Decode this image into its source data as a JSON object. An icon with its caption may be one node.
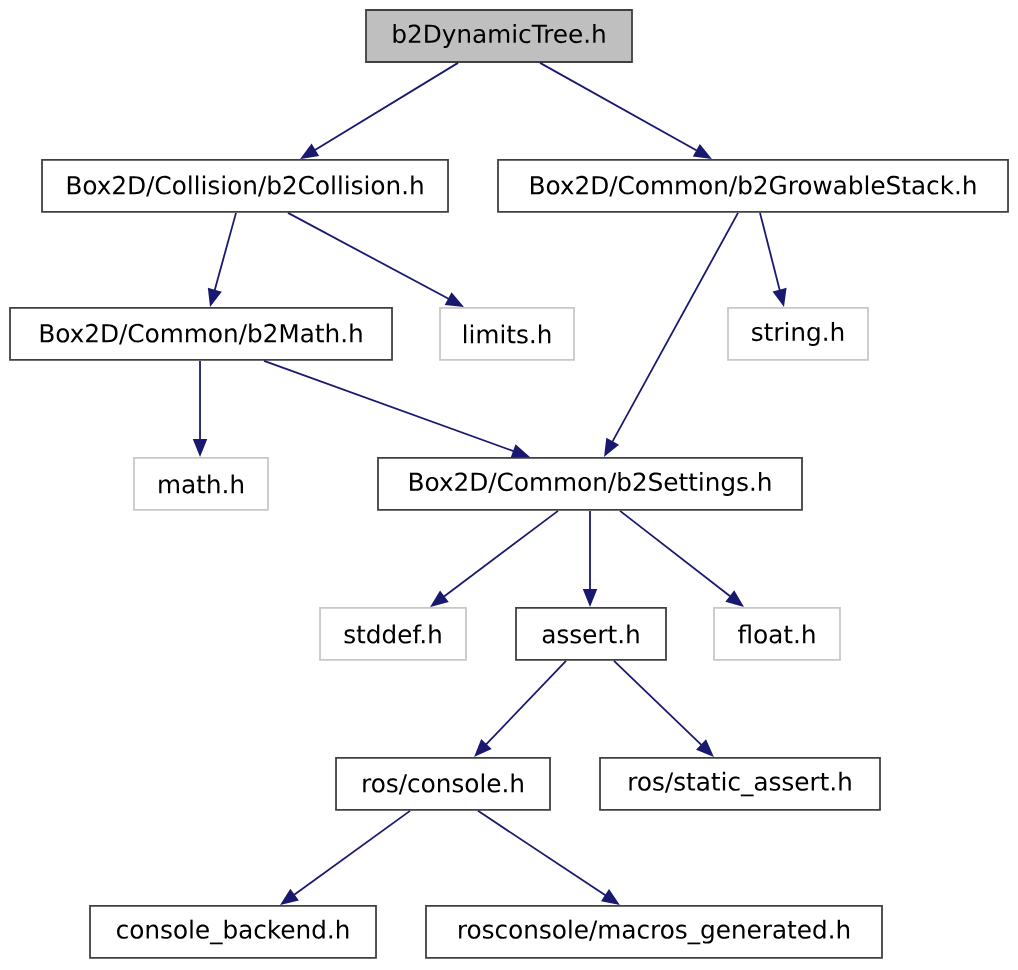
{
  "diagram": {
    "nodes": [
      {
        "text": [
          "b2DynamicTree.h"
        ]
      },
      {
        "text": [
          "Box2D/Collision/b2Collision.h"
        ]
      },
      {
        "text": [
          "Box2D/Common/b2GrowableStack.h"
        ]
      },
      {
        "text": [
          "Box2D/Common/b2Math.h"
        ]
      },
      {
        "text": [
          "limits.h"
        ]
      },
      {
        "text": [
          "string.h"
        ]
      },
      {
        "text": [
          "math.h"
        ]
      },
      {
        "text": [
          "Box2D/Common/b2Settings.h"
        ]
      },
      {
        "text": [
          "stddef.h"
        ]
      },
      {
        "text": [
          "assert.h"
        ]
      },
      {
        "text": [
          "float.h"
        ]
      },
      {
        "text": [
          "ros/console.h"
        ]
      },
      {
        "text": [
          "ros/static_assert.h"
        ]
      },
      {
        "text": [
          "console_backend.h"
        ]
      },
      {
        "text": [
          "rosconsole/macros_generated.h"
        ]
      }
    ],
    "edges": [
      {
        "from": 0,
        "to": 1,
        "arrow": "to"
      },
      {
        "from": 0,
        "to": 2,
        "arrow": "to"
      },
      {
        "from": 1,
        "to": 3,
        "arrow": "to"
      },
      {
        "from": 1,
        "to": 4,
        "arrow": "to"
      },
      {
        "from": 2,
        "to": 7,
        "arrow": "to"
      },
      {
        "from": 2,
        "to": 5,
        "arrow": "to"
      },
      {
        "from": 3,
        "to": 6,
        "arrow": "to"
      },
      {
        "from": 3,
        "to": 7,
        "arrow": "to"
      },
      {
        "from": 7,
        "to": 8,
        "arrow": "to"
      },
      {
        "from": 7,
        "to": 9,
        "arrow": "to"
      },
      {
        "from": 7,
        "to": 10,
        "arrow": "to"
      },
      {
        "from": 9,
        "to": 11,
        "arrow": "to"
      },
      {
        "from": 9,
        "to": 12,
        "arrow": "to"
      },
      {
        "from": 11,
        "to": 13,
        "arrow": "to"
      },
      {
        "from": 11,
        "to": 14,
        "arrow": "to"
      }
    ]
  }
}
